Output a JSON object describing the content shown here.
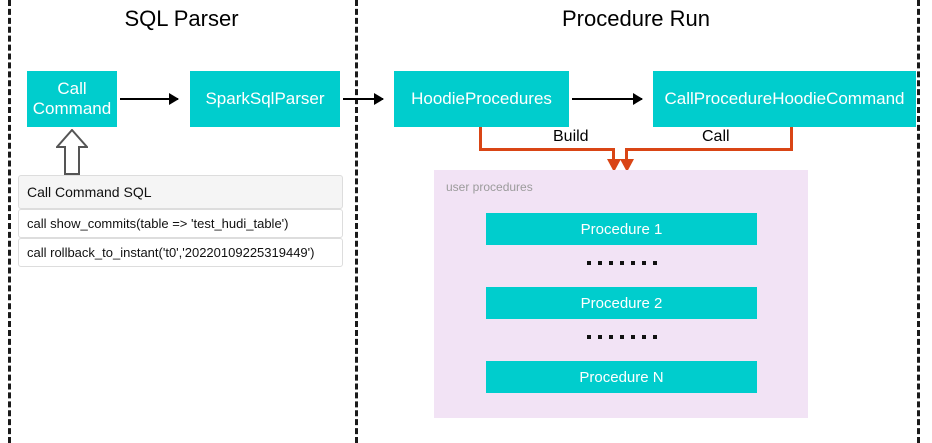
{
  "sections": [
    {
      "title": "SQL Parser"
    },
    {
      "title": "Procedure Run"
    }
  ],
  "nodes": {
    "call_command": "Call\nCommand",
    "call_command_line1": "Call",
    "call_command_line2": "Command",
    "spark_sql_parser": "SparkSqlParser",
    "hoodie_procedures": "HoodieProcedures",
    "call_procedure_hoodie_command": "CallProcedureHoodieCommand"
  },
  "sql_table": {
    "header": "Call Command SQL",
    "rows": [
      "call show_commits(table => 'test_hudi_table')",
      "call rollback_to_instant('t0','20220109225319449')"
    ]
  },
  "edges": {
    "build_label": "Build",
    "call_label": "Call"
  },
  "procedures_panel": {
    "label": "user procedures",
    "items": [
      "Procedure 1",
      "Procedure 2",
      "Procedure N"
    ],
    "ellipsis_dots": 7
  },
  "colors": {
    "node_fill": "#00CDCD",
    "node_text": "#FFFFFF",
    "panel_fill": "#F2E3F5",
    "panel_label_text": "#9B9B9B",
    "edge_orange": "#D94515",
    "edge_black": "#000000",
    "divider": "#1A1A1A",
    "background": "#FFFFFF",
    "table_header_fill": "#F5F5F5",
    "table_border": "#DDDDDD"
  }
}
